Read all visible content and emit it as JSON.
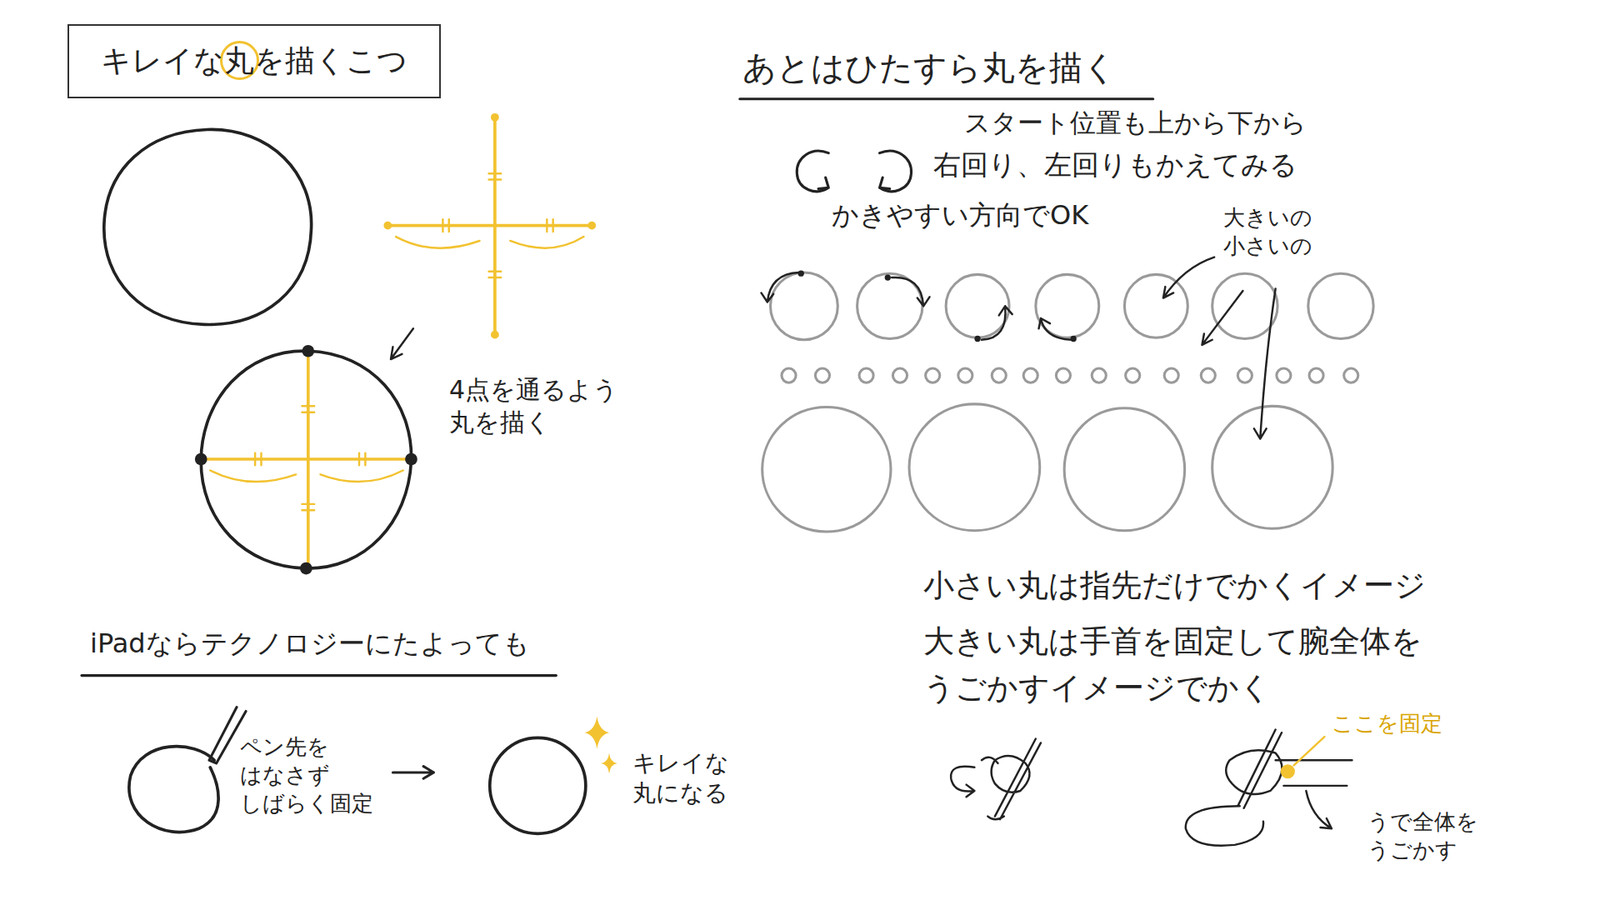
{
  "diagram": {
    "title": "キレイな丸を描くこつ",
    "labels": [
      "4点を通るよう 丸を描く",
      "iPadならテクノロジーにたよっても",
      "ペン先を はなさず しばらく固定",
      "キレイな 丸になる",
      "あとはひたすら丸を描く",
      "スタート位置も上から下から",
      "右回り、左回りもかえてみる",
      "かきやすい方向でOK",
      "大きいの 小さいの",
      "小さい丸は指先だけでかくイメージ",
      "大きい丸は手首を固定して腕全体を うごかすイメージでかく",
      "ここを固定",
      "うで全体を うごかす"
    ]
  }
}
